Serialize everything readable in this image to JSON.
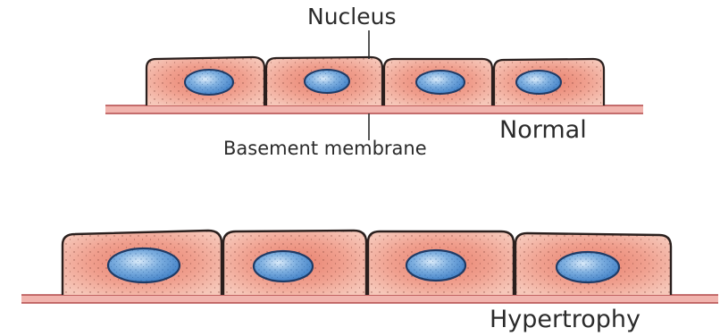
{
  "labels": {
    "nucleus": "Nucleus",
    "basement_membrane": "Basement membrane",
    "normal": "Normal",
    "hypertrophy": "Hypertrophy"
  },
  "colors": {
    "cytoplasm_edge": "#f3b9aa",
    "cytoplasm_center": "#e8806d",
    "cell_outline": "#2a1f1d",
    "nucleus_light": "#cfe3f7",
    "nucleus_dark": "#3f7fc6",
    "membrane_fill": "#f1b4ae",
    "membrane_line": "#b3494a",
    "label_text": "#2b2b2b"
  },
  "panels": {
    "normal": {
      "caption": "Normal",
      "cell_count": 4
    },
    "hypertrophy": {
      "caption": "Hypertrophy",
      "cell_count": 4
    }
  }
}
